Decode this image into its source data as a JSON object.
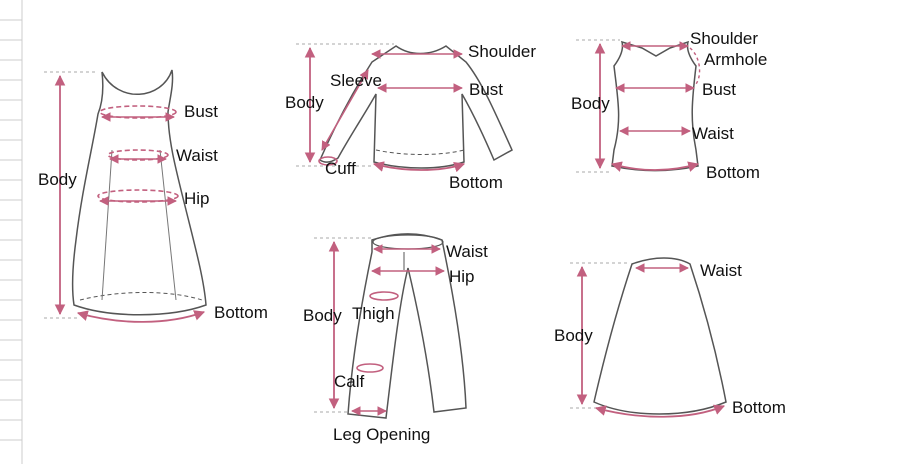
{
  "colors": {
    "measure": "#c2607f",
    "outline": "#555555",
    "guide": "#aaaaaa",
    "ruler": "#cccccc"
  },
  "garments": {
    "dress": {
      "body": "Body",
      "bust": "Bust",
      "waist": "Waist",
      "hip": "Hip",
      "bottom": "Bottom"
    },
    "top": {
      "shoulder": "Shoulder",
      "sleeve": "Sleeve",
      "body": "Body",
      "bust": "Bust",
      "cuff": "Cuff",
      "bottom": "Bottom"
    },
    "vest": {
      "shoulder": "Shoulder",
      "armhole": "Armhole",
      "body": "Body",
      "bust": "Bust",
      "waist": "Waist",
      "bottom": "Bottom"
    },
    "pants": {
      "waist": "Waist",
      "hip": "Hip",
      "body": "Body",
      "thigh": "Thigh",
      "calf": "Calf",
      "leg_opening": "Leg Opening"
    },
    "skirt": {
      "waist": "Waist",
      "body": "Body",
      "bottom": "Bottom"
    }
  }
}
